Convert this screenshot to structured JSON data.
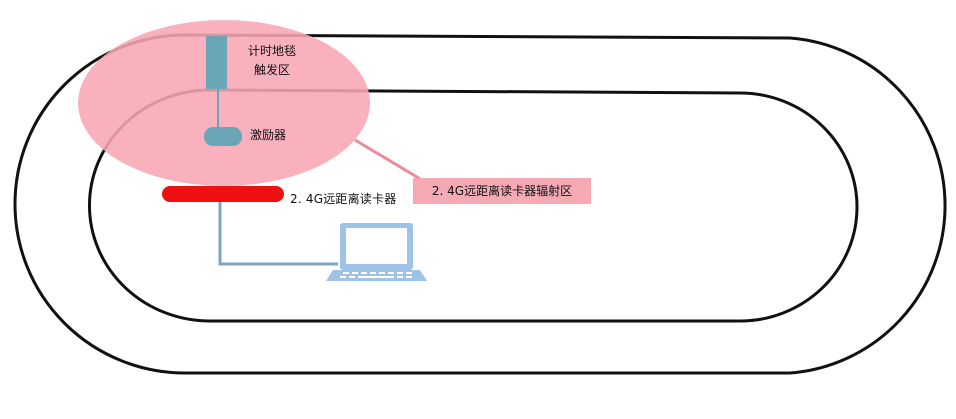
{
  "labels": {
    "timing_mat_line1": "计时地毯",
    "timing_mat_line2": "触发区",
    "exciter": "激励器",
    "reader": "2. 4G远距离读卡器",
    "radiation_zone": "2. 4G远距离读卡器辐射区"
  },
  "colors": {
    "track_outline": "#111111",
    "trigger_zone": "#f7a6b4",
    "timing_mat": "#6aa6b8",
    "exciter": "#6aa6b8",
    "reader_bar": "#ee1111",
    "radiation_label_bg": "#f5a9b2",
    "cable": "#7fa3c8",
    "laptop": "#9fc3e6"
  },
  "icons": {
    "laptop": "laptop-icon"
  }
}
